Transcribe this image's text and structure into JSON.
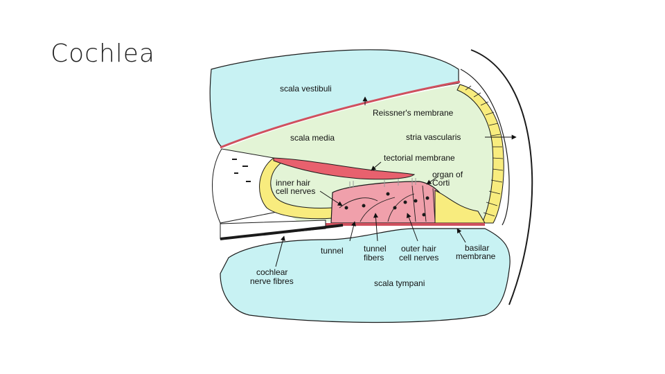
{
  "slide": {
    "title": "Cochlea"
  },
  "diagram": {
    "labels": {
      "scala_vestibuli": "scala vestibuli",
      "reissners_membrane": "Reissner's membrane",
      "scala_media": "scala media",
      "stria_vascularis": "stria vascularis",
      "tectorial_membrane": "tectorial membrane",
      "organ_of_corti_line1": "organ of",
      "organ_of_corti_line2": "Corti",
      "inner_hair_line1": "inner hair",
      "inner_hair_line2": "cell nerves",
      "tunnel": "tunnel",
      "tunnel_fibers_line1": "tunnel",
      "tunnel_fibers_line2": "fibers",
      "outer_hair_line1": "outer hair",
      "outer_hair_line2": "cell nerves",
      "basilar_line1": "basilar",
      "basilar_line2": "membrane",
      "cochlear_line1": "cochlear",
      "cochlear_line2": "nerve fibres",
      "scala_tympani": "scala tympani"
    },
    "colors": {
      "fluid": "#c8f2f3",
      "scala_media": "#e3f4d6",
      "membrane": "#e8616e",
      "corti": "#f0a0ab",
      "support_cells": "#f8ec7e",
      "outline": "#1a1a1a"
    }
  }
}
